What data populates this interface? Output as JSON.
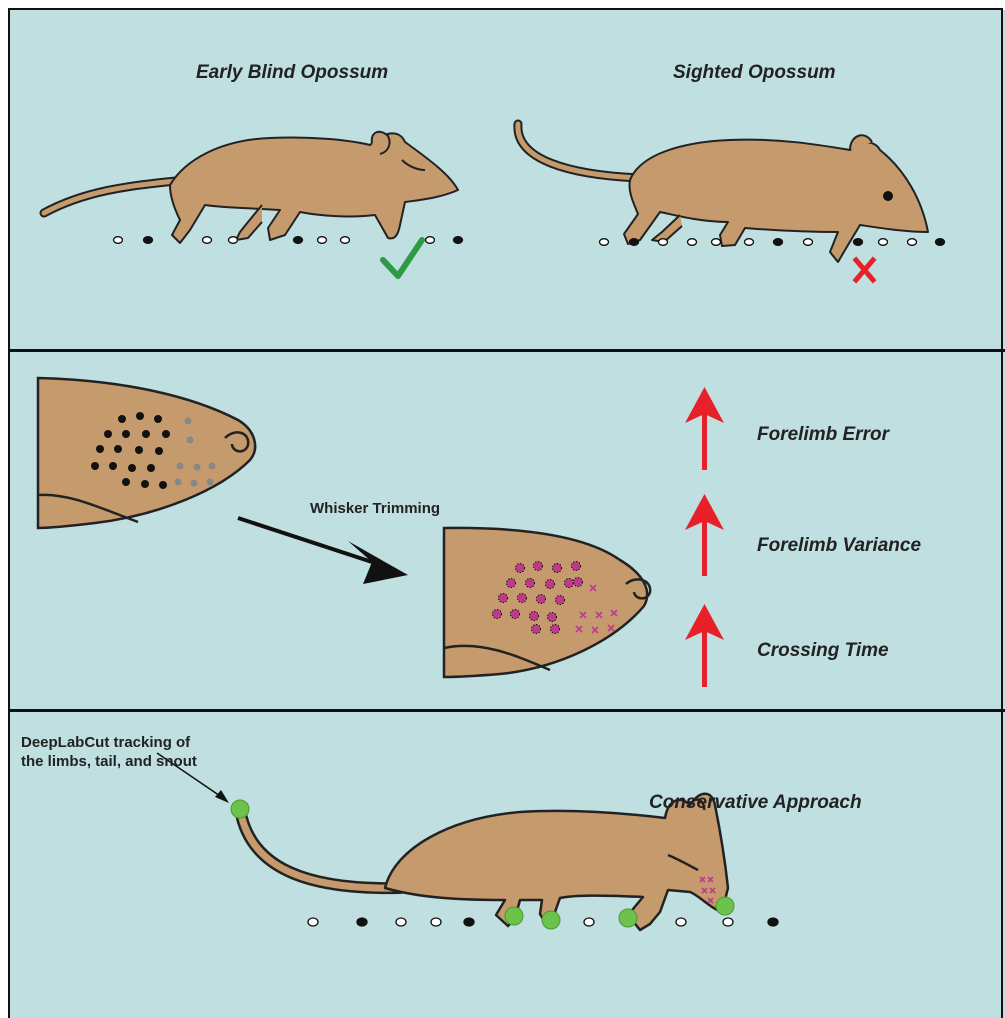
{
  "panel_top": {
    "left_title": "Early Blind Opossum",
    "right_title": "Sighted Opossum",
    "success_icon": "check-mark-icon",
    "error_icon": "x-mark-icon"
  },
  "panel_middle": {
    "arrow_label": "Whisker Trimming",
    "measures": [
      {
        "label": "Forelimb Error",
        "icon": "up-arrow-icon"
      },
      {
        "label": "Forelimb Variance",
        "icon": "up-arrow-icon"
      },
      {
        "label": "Crossing Time",
        "icon": "up-arrow-icon"
      }
    ]
  },
  "panel_bottom": {
    "tracking_note_line1": "DeepLabCut tracking of",
    "tracking_note_line2": "the limbs, tail, and snout",
    "approach_title": "Conservative Approach"
  },
  "colors": {
    "background": "#bfdfe1",
    "body": "#c59a6d",
    "outline": "#222222",
    "check": "#2e9a45",
    "error": "#e8202a",
    "arrow_up": "#e8202a",
    "tracking_dot": "#6cc24a",
    "trimmed": "#c0398f"
  }
}
